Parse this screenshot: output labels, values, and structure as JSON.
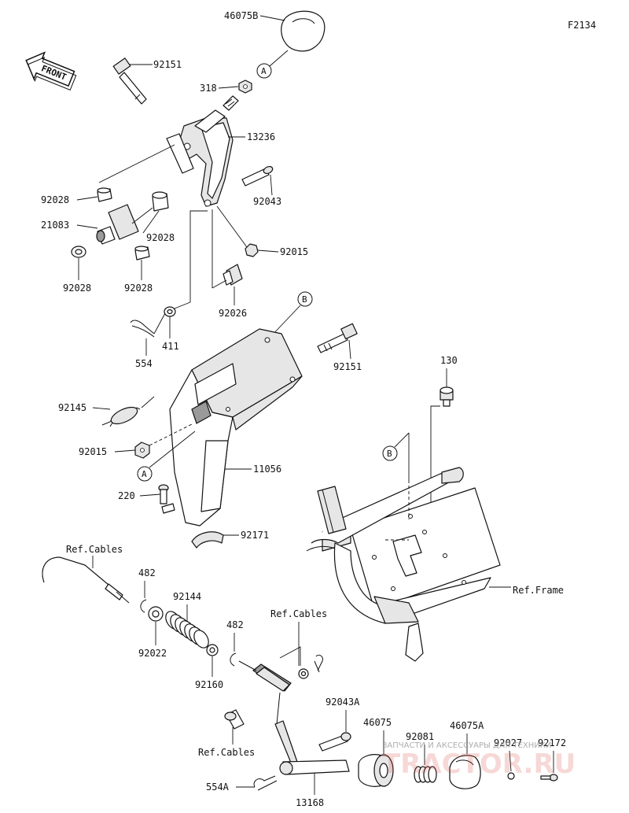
{
  "figure_code": "F2134",
  "front_label": "FRONT",
  "labels": {
    "p46075B": "46075B",
    "p92151_top": "92151",
    "p318": "318",
    "p13236": "13236",
    "p92043": "92043",
    "p92028_a": "92028",
    "p21083": "21083",
    "p92028_b": "92028",
    "p92028_c": "92028",
    "p92028_d": "92028",
    "p92015_top": "92015",
    "p92026": "92026",
    "p411": "411",
    "p554": "554",
    "p92151_mid": "92151",
    "p130": "130",
    "p92145": "92145",
    "p92015_mid": "92015",
    "p11056": "11056",
    "p220": "220",
    "p92171": "92171",
    "ref_frame": "Ref.Frame",
    "ref_cables_1": "Ref.Cables",
    "p482_a": "482",
    "p92144": "92144",
    "p92022": "92022",
    "p482_b": "482",
    "ref_cables_2": "Ref.Cables",
    "p92160": "92160",
    "p92043A": "92043A",
    "p46075": "46075",
    "p92081": "92081",
    "p46075A": "46075A",
    "p92027": "92027",
    "p92172": "92172",
    "ref_cables_3": "Ref.Cables",
    "p554A": "554A",
    "p13168": "13168"
  },
  "callouts": {
    "A_top": "A",
    "B_top": "B",
    "A_mid": "A",
    "B_right": "B"
  },
  "watermark": {
    "caption": "ЗАПЧАСТИ И АКСЕССУАРЫ ДЛЯ ТЕХНИКИ",
    "brand": "TRACTOR.RU"
  }
}
